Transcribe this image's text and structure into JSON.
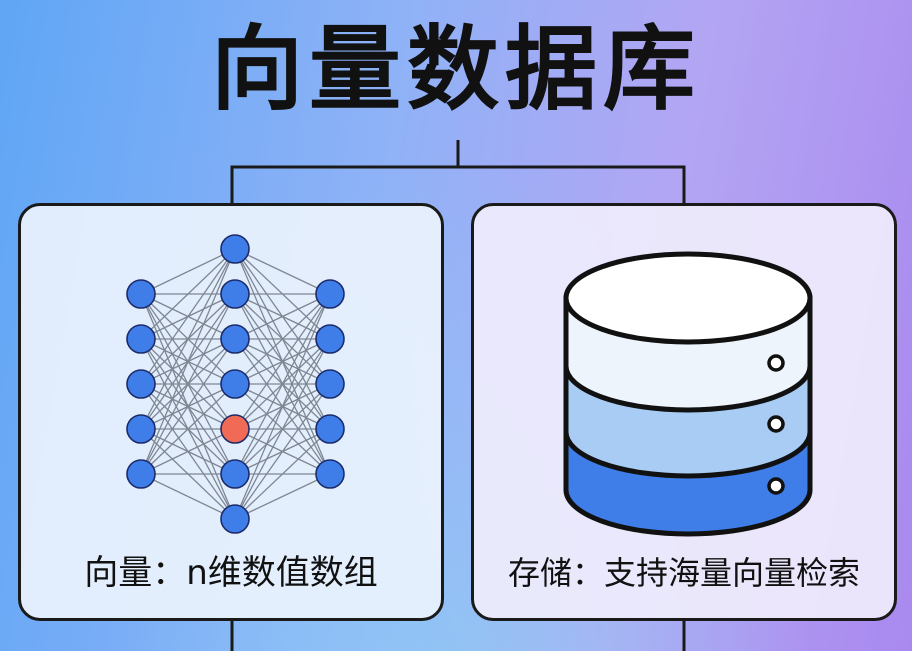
{
  "title": "向量数据库",
  "cards": [
    {
      "caption": "向量：n维数值数组",
      "icon": "neural-network-icon"
    },
    {
      "caption": "存储：支持海量向量检索",
      "icon": "database-icon"
    }
  ],
  "colors": {
    "node_blue": "#3f7ee8",
    "node_highlight": "#f06a55",
    "db_top": "#eef4fb",
    "db_middle": "#a8ccf4",
    "db_bottom": "#3f7ee8"
  }
}
